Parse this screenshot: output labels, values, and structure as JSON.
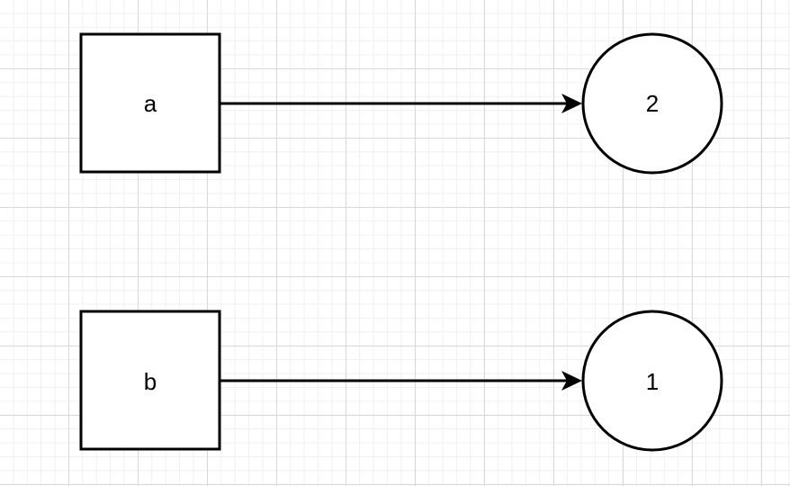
{
  "diagram": {
    "nodes": [
      {
        "id": "a",
        "shape": "square",
        "label": "a"
      },
      {
        "id": "2",
        "shape": "circle",
        "label": "2"
      },
      {
        "id": "b",
        "shape": "square",
        "label": "b"
      },
      {
        "id": "1",
        "shape": "circle",
        "label": "1"
      }
    ],
    "edges": [
      {
        "from": "a",
        "to": "2"
      },
      {
        "from": "b",
        "to": "1"
      }
    ],
    "colors": {
      "stroke": "#000000",
      "fill": "#ffffff",
      "grid": "#d9d9d9"
    }
  }
}
